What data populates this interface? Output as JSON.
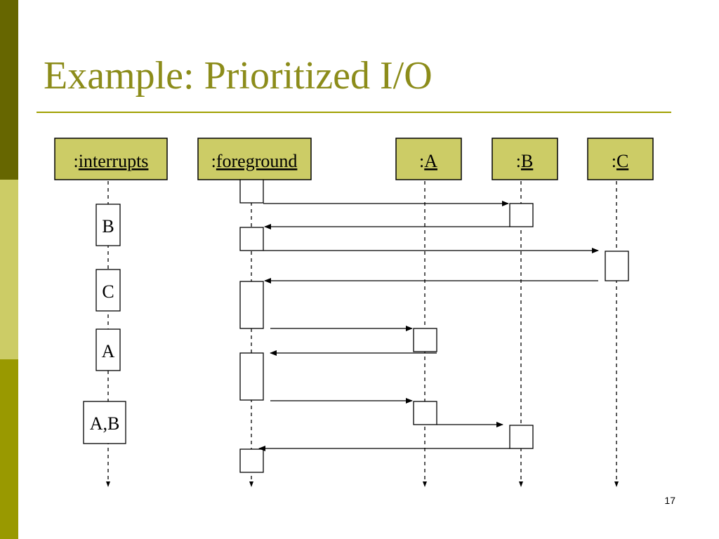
{
  "slide": {
    "title": "Example: Prioritized I/O",
    "page_number": "17"
  },
  "colors": {
    "title": "#8c8c1a",
    "rule": "#a0a000",
    "bar_dark": "#666600",
    "bar_light": "#cccc66",
    "bar_mid": "#999900",
    "object_fill": "#cccc66",
    "line": "#000000"
  },
  "objects": [
    {
      "prefix": ":",
      "name": "interrupts"
    },
    {
      "prefix": ":",
      "name": "foreground"
    },
    {
      "prefix": ":",
      "name": "A"
    },
    {
      "prefix": ":",
      "name": "B"
    },
    {
      "prefix": ":",
      "name": "C"
    }
  ],
  "interrupt_boxes": [
    "B",
    "C",
    "A",
    "A,B"
  ],
  "messages": [
    {
      "from": ":foreground",
      "to": ":B"
    },
    {
      "from": ":B",
      "to": ":foreground"
    },
    {
      "from": ":foreground",
      "to": ":C"
    },
    {
      "from": ":C",
      "to": ":foreground"
    },
    {
      "from": ":foreground",
      "to": ":A"
    },
    {
      "from": ":A",
      "to": ":foreground"
    },
    {
      "from": ":foreground",
      "to": ":A"
    },
    {
      "from": ":A",
      "to": ":B"
    },
    {
      "from": ":B",
      "to": ":foreground"
    }
  ]
}
